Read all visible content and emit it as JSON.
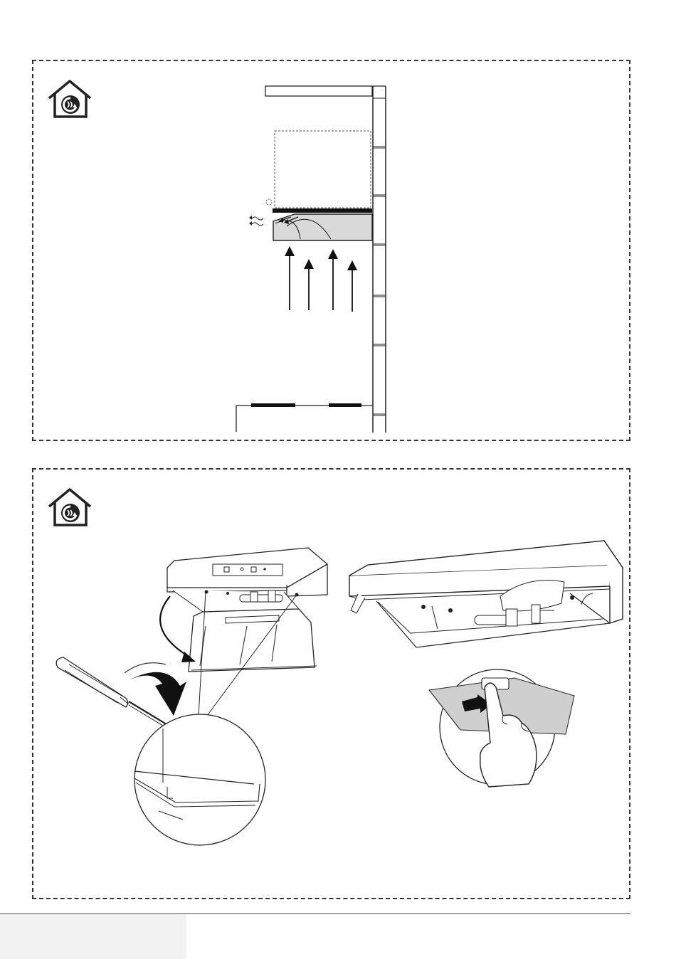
{
  "document": {
    "type": "installation-manual-page",
    "sections": [
      {
        "id": "top",
        "mode_icon": "recirculation-house-icon",
        "illustration": "hood-recirculation-airflow-side-view"
      },
      {
        "id": "bottom",
        "mode_icon": "recirculation-house-icon",
        "illustration": "hood-filter-panel-removal-steps"
      }
    ]
  },
  "colors": {
    "line": "#222222",
    "dashed_border": "#333333",
    "hood_fill": "#d9d9d9",
    "filter_fill": "#cfcfcf",
    "footer_box": "#f2f2f2",
    "footer_rule": "#555555"
  }
}
